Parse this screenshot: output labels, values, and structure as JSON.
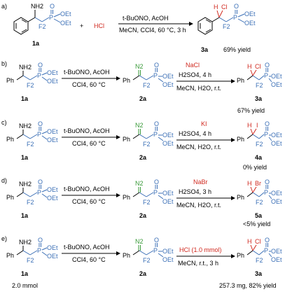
{
  "common": {
    "nh2": "NH2",
    "f2": "F2",
    "p": "P",
    "o": "O",
    "oet": "OEt",
    "ph": "Ph",
    "n2": "N2",
    "h": "H",
    "plus": "+"
  },
  "rows": [
    {
      "tag": "a)",
      "reagent": "HCl",
      "cond_top": "t-BuONO, AcOH",
      "cond_bot": "MeCN, CCl4, 60 °C, 3 h",
      "sm_label": "1a",
      "prod_label": "3a",
      "halogen": "Cl",
      "yield": "69% yield"
    },
    {
      "tag": "b)",
      "cond1_top": "t-BuONO, AcOH",
      "cond1_bot": "CCl4, 60 °C",
      "salt": "NaCl",
      "cond2_a": "H2SO4, 4 h",
      "cond2_b": "MeCN, H2O, r.t.",
      "sm_label": "1a",
      "int_label": "2a",
      "prod_label": "3a",
      "halogen": "Cl",
      "yield": "67% yield"
    },
    {
      "tag": "c)",
      "cond1_top": "t-BuONO, AcOH",
      "cond1_bot": "CCl4, 60 °C",
      "salt": "KI",
      "cond2_a": "H2SO4, 4 h",
      "cond2_b": "MeCN, H2O, r.t.",
      "sm_label": "1a",
      "int_label": "2a",
      "prod_label": "4a",
      "halogen": "I",
      "yield": "0% yield"
    },
    {
      "tag": "d)",
      "cond1_top": "t-BuONO, AcOH",
      "cond1_bot": "CCl4, 60 °C",
      "salt": "NaBr",
      "cond2_a": "H2SO4, 3 h",
      "cond2_b": "MeCN, H2O, r.t.",
      "sm_label": "1a",
      "int_label": "2a",
      "prod_label": "5a",
      "halogen": "Br",
      "yield": "<5% yield"
    },
    {
      "tag": "e)",
      "cond1_top": "t-BuONO, AcOH",
      "cond1_bot": "CCl4, 60 °C",
      "salt": "HCl (1.0 mmol)",
      "cond2_b": "MeCN, r.t., 3 h",
      "sm_label": "1a",
      "sm_amount": "2.0 mmol",
      "int_label": "2a",
      "prod_label": "3a",
      "halogen": "Cl",
      "yield": "257.3 mg, 82% yield"
    }
  ],
  "colors": {
    "reagent_red": "#d0291f",
    "phosphonate_blue": "#3b6fb6",
    "diazo_green": "#3a9a3a"
  }
}
